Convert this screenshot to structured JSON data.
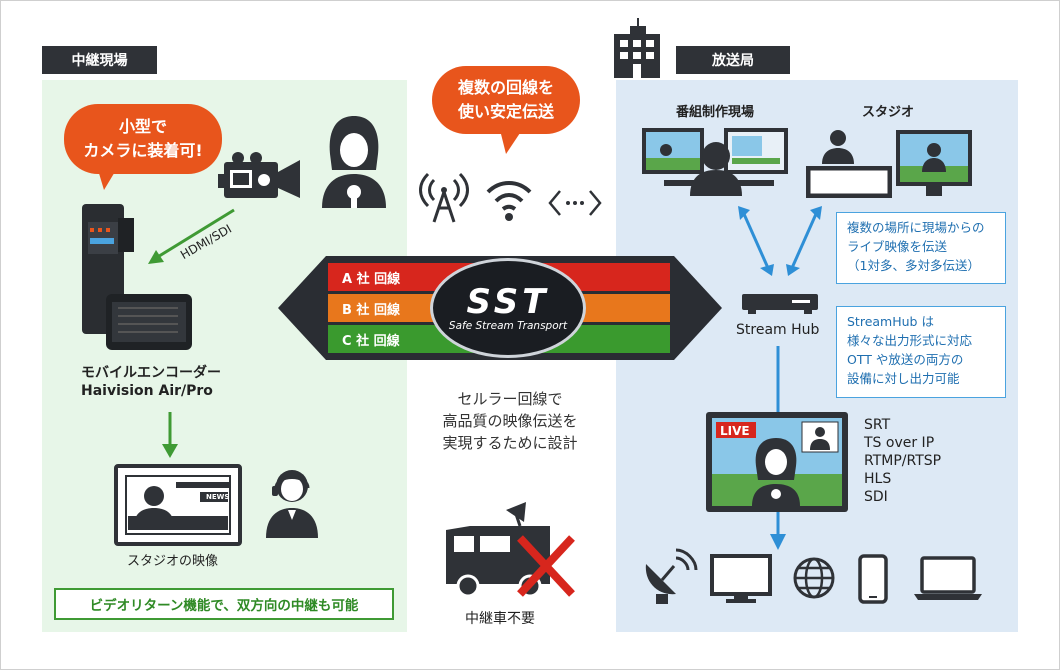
{
  "left": {
    "tag": "中継現場",
    "bubble_lines": [
      "小型で",
      "カメラに装着可!"
    ],
    "hdmi_label": "HDMI/SDI",
    "encoder_lines": [
      "モバイルエンコーダー",
      "Haivision Air/Pro"
    ],
    "studio_label": "スタジオの映像",
    "news_label": "NEWS",
    "video_return": "ビデオリターン機能で、双方向の中継も可能"
  },
  "center": {
    "bubble_lines": [
      "複数の回線を",
      "使い安定伝送"
    ],
    "lines": [
      {
        "label": "A 社  回線",
        "color": "#d7261d"
      },
      {
        "label": "B 社  回線",
        "color": "#e8771c"
      },
      {
        "label": "C 社  回線",
        "color": "#3a9a2e"
      }
    ],
    "sst_logo": "SST",
    "sst_sub": "Safe Stream Transport",
    "caption_lines": [
      "セルラー回線で",
      "高品質の映像伝送を",
      "実現するために設計"
    ],
    "van_label": "中継車不要"
  },
  "right": {
    "tag": "放送局",
    "production_label": "番組制作現場",
    "studio_label": "スタジオ",
    "info1_lines": [
      "複数の場所に現場からの",
      "ライブ映像を伝送",
      "（1対多、多対多伝送）"
    ],
    "hub_label": "Stream Hub",
    "info2_lines": [
      "StreamHub は",
      "様々な出力形式に対応",
      "OTT や放送の両方の",
      "設備に対し出力可能"
    ],
    "live_badge": "LIVE",
    "protocols": [
      "SRT",
      "TS over IP",
      "RTMP/RTSP",
      "HLS",
      "SDI"
    ]
  },
  "colors": {
    "accent_orange": "#e8551c",
    "green_arrow": "#3f9a34",
    "blue_arrow": "#2e8fd6",
    "dark": "#2f3237"
  }
}
